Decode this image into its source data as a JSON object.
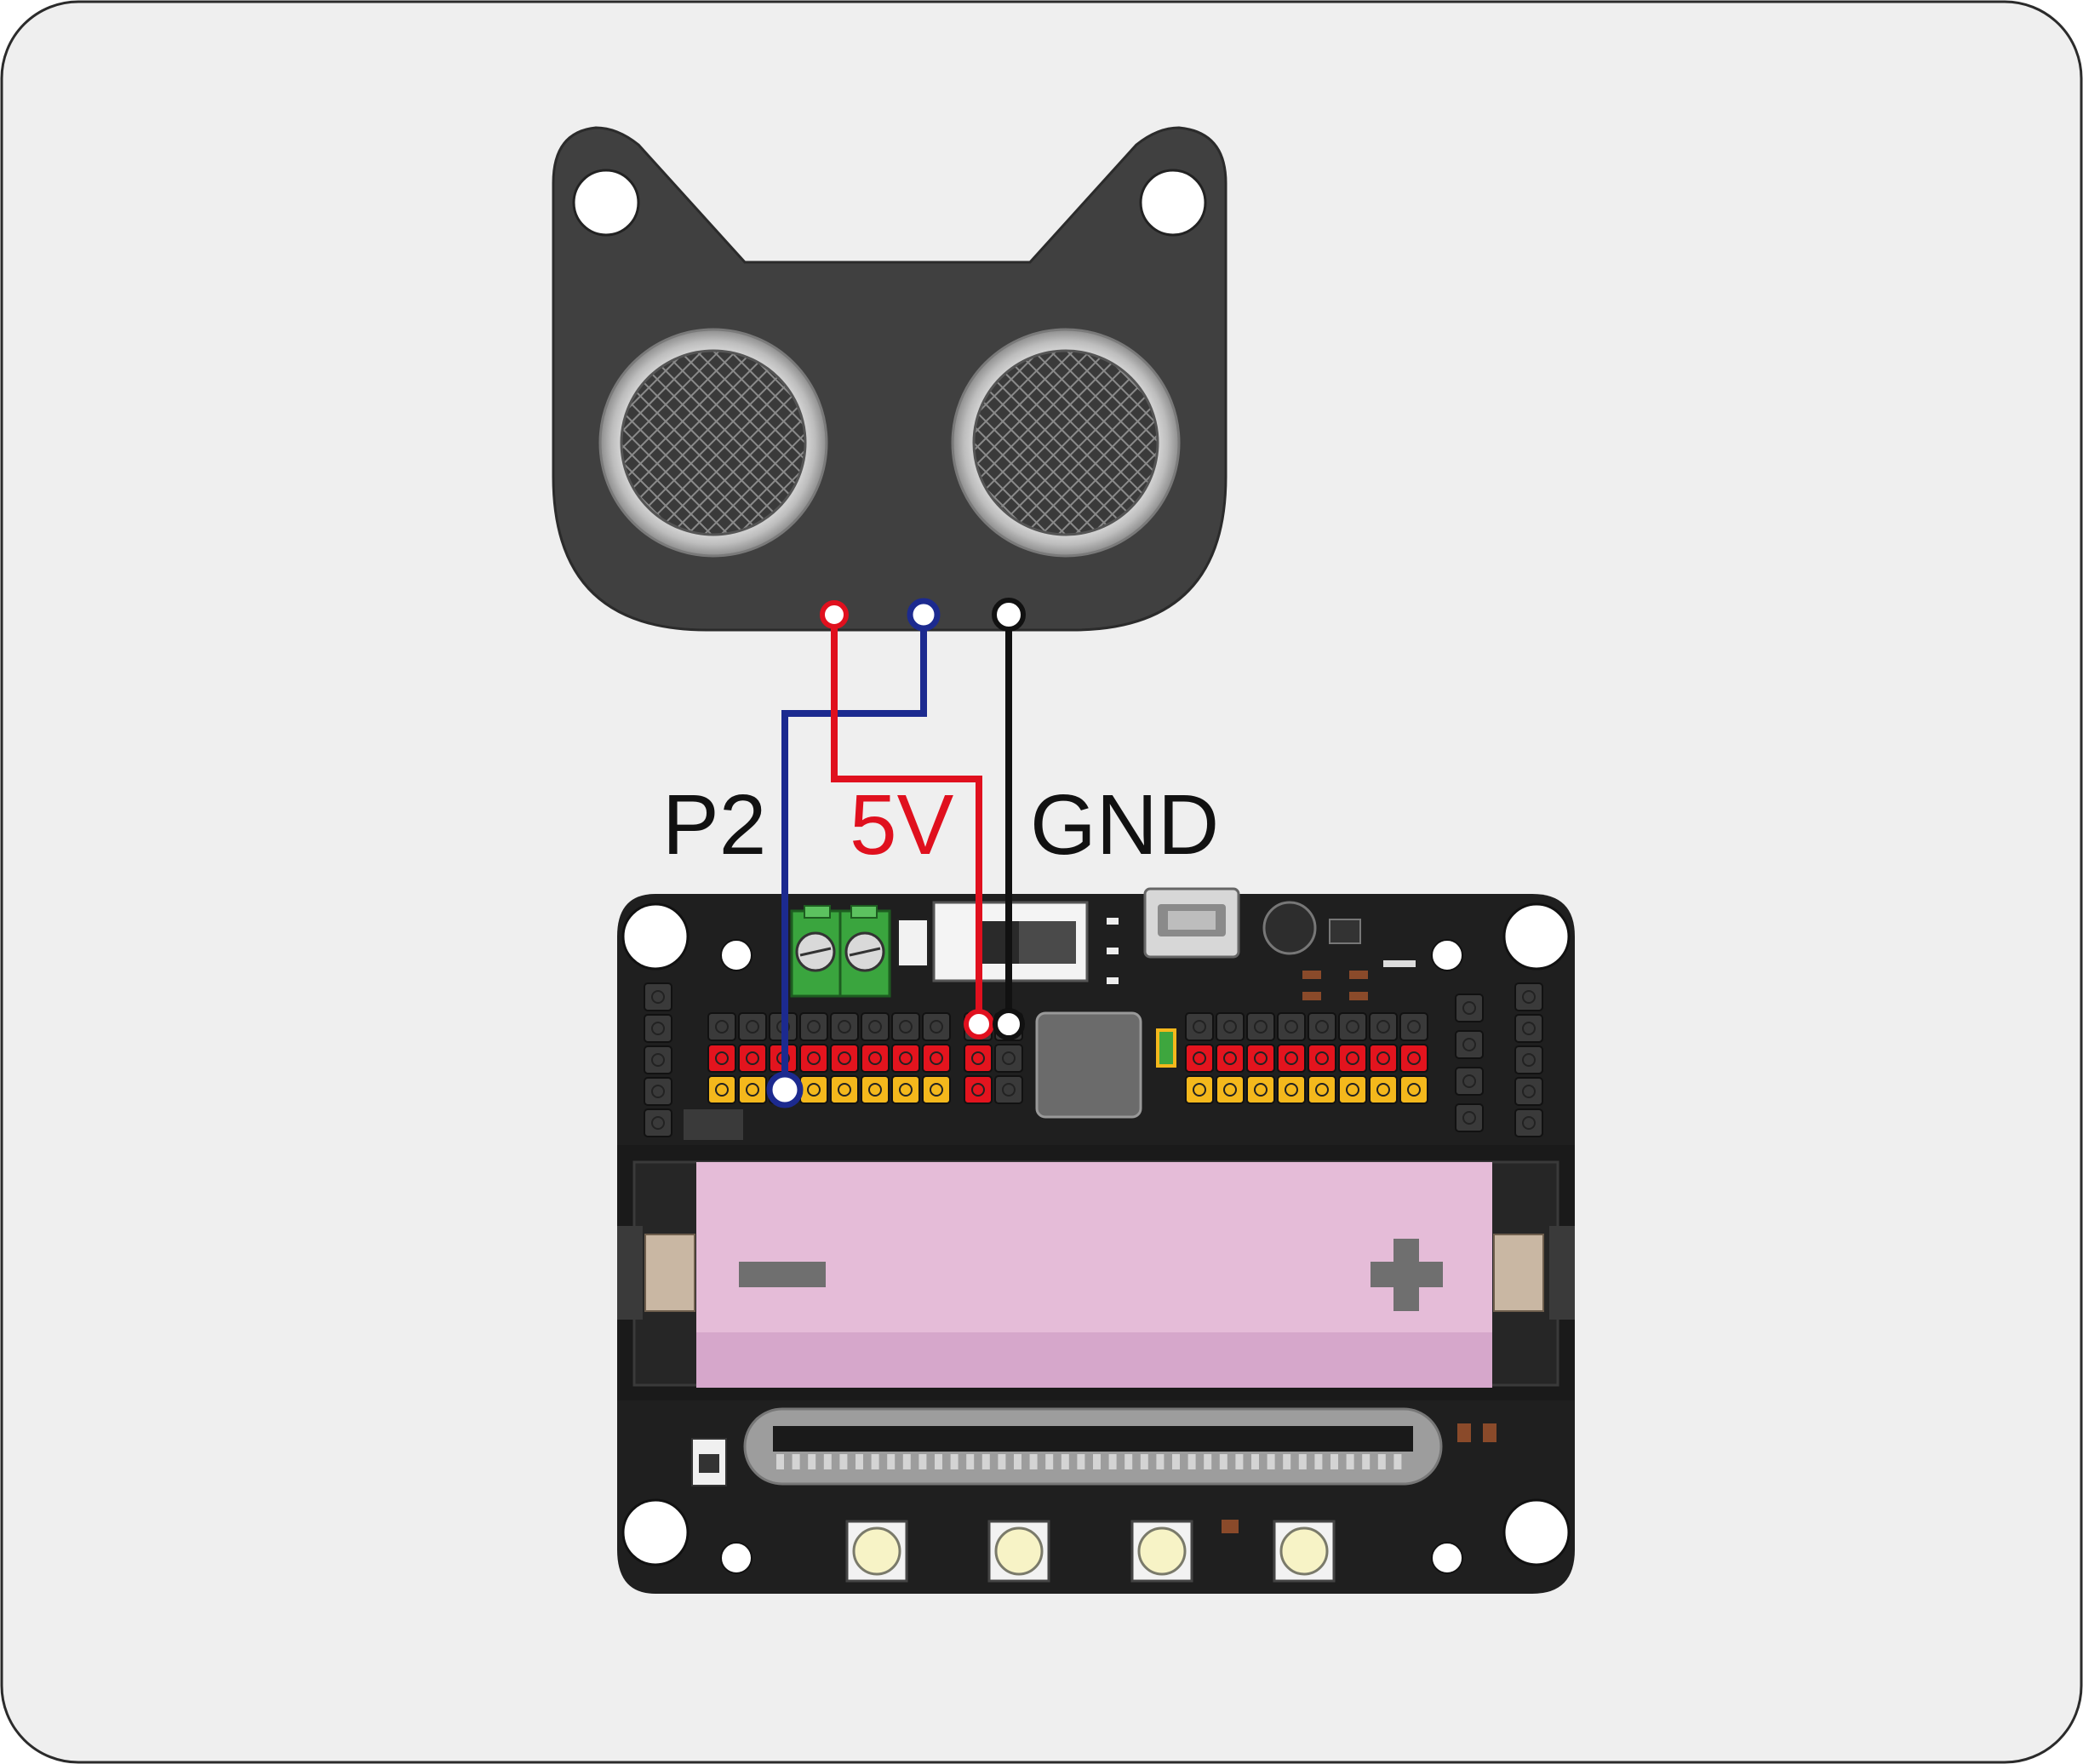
{
  "labels": {
    "p2": "P2",
    "v5": "5V",
    "gnd": "GND"
  },
  "colors": {
    "background": "#efefef",
    "sensor_body": "#404040",
    "board_body": "#1f1f1f",
    "wire_signal": "#1c2a8f",
    "wire_power": "#e0101e",
    "wire_ground": "#111111",
    "header_black": "#3a3a3a",
    "header_red": "#e3141e",
    "header_yellow": "#f4b81c",
    "battery": "#e5bcd8",
    "battery_shade": "#d6a7cb",
    "terminal_green": "#3aa53e"
  },
  "icons": {
    "battery_minus": "minus-icon",
    "battery_plus": "plus-icon"
  }
}
